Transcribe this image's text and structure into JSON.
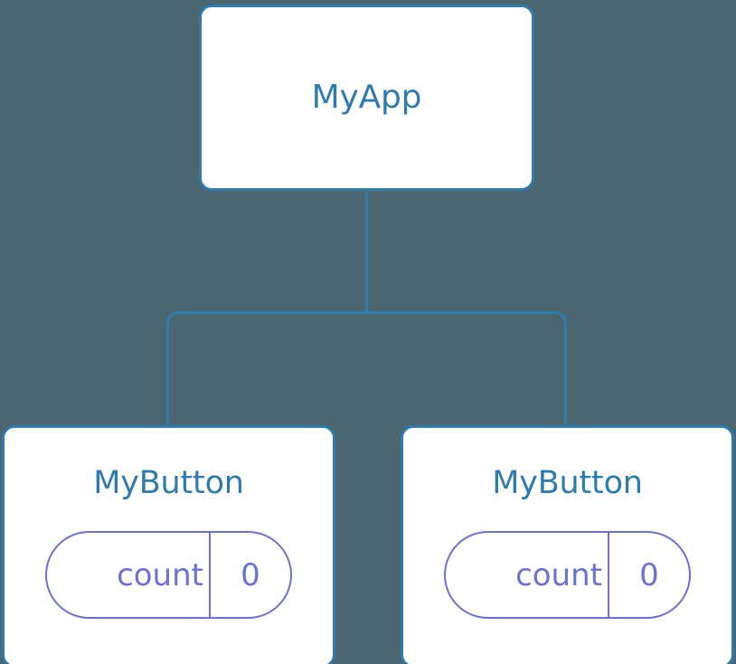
{
  "diagram": {
    "type": "component-tree",
    "background_color": "#4c6670",
    "node_border_color": "#2e7bae",
    "node_title_color": "#2e7bae",
    "node_fill_color": "#ffffff",
    "prop_color": "#6b72d6",
    "connector_color": "#2e7bae"
  },
  "root": {
    "title": "MyApp"
  },
  "children": [
    {
      "title": "MyButton",
      "prop": {
        "key": "count",
        "value": "0"
      }
    },
    {
      "title": "MyButton",
      "prop": {
        "key": "count",
        "value": "0"
      }
    }
  ]
}
